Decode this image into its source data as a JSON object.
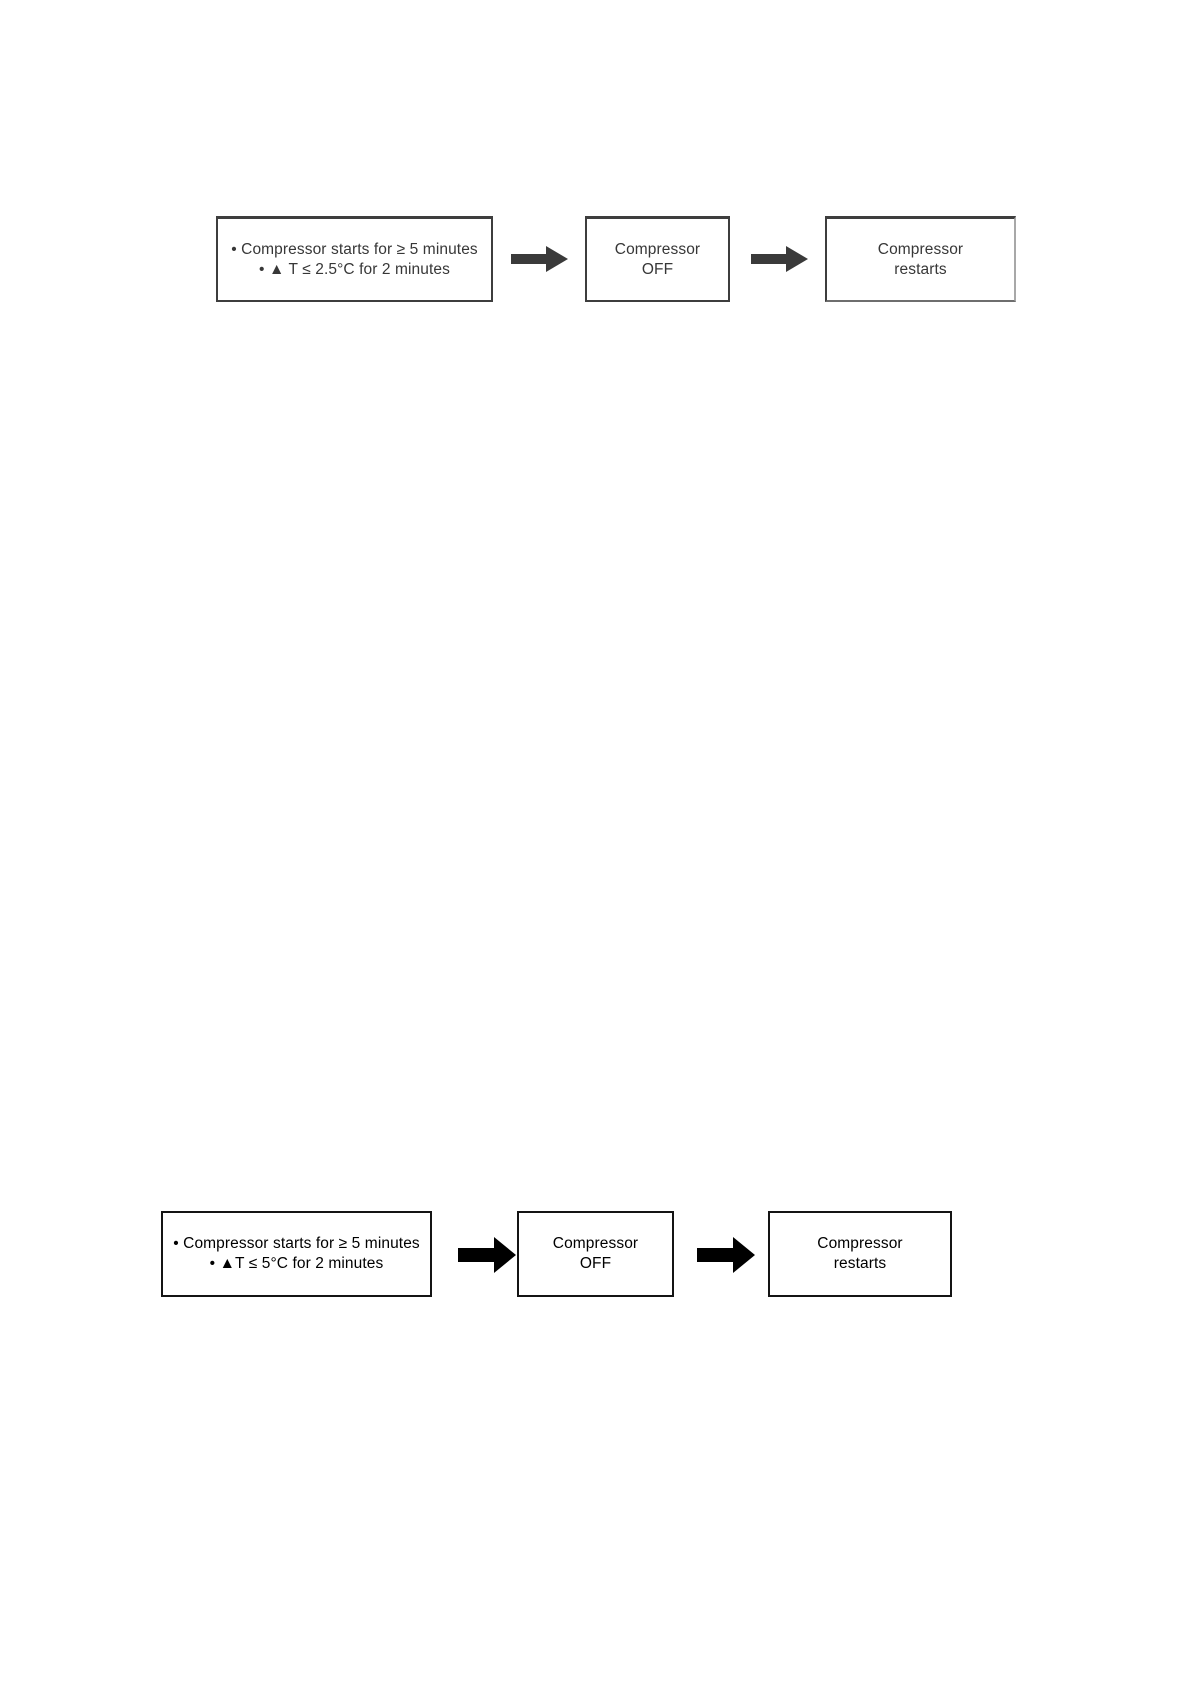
{
  "document": {
    "type": "flowchart-page",
    "background_color": "#ffffff"
  },
  "flow_top": {
    "condition_box": {
      "line1": "• Compressor starts for ≥ 5 minutes",
      "line2": "• ▲ T ≤ 2.5°C for 2 minutes"
    },
    "off_box": {
      "line1": "Compressor",
      "line2": "OFF"
    },
    "restart_box": {
      "line1": "Compressor",
      "line2": "restarts"
    },
    "arrow_color": "#3a3a3a",
    "border_color": "#3e3e3e",
    "text_color": "#373737"
  },
  "flow_bottom": {
    "condition_box": {
      "line1": "• Compressor starts for ≥ 5 minutes",
      "line2": "•  ▲T ≤ 5°C for 2 minutes"
    },
    "off_box": {
      "line1": "Compressor",
      "line2": "OFF"
    },
    "restart_box": {
      "line1": "Compressor",
      "line2": "restarts"
    },
    "arrow_color": "#000000",
    "border_color": "#141414",
    "text_color": "#000000"
  }
}
